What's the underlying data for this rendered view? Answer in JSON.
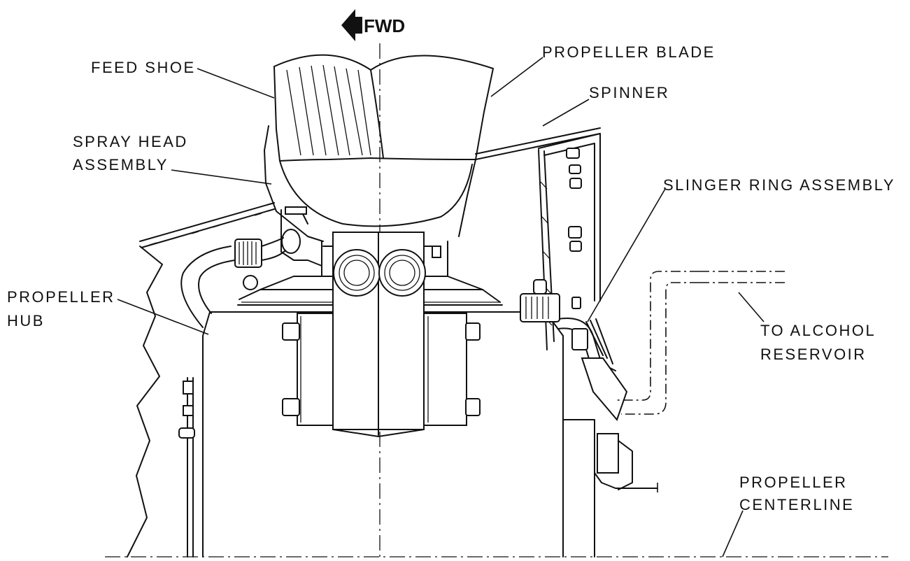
{
  "direction_label": "FWD",
  "callouts": {
    "feed_shoe": "FEED SHOE",
    "propeller_blade": "PROPELLER BLADE",
    "spinner": "SPINNER",
    "spray_head_line1": "SPRAY HEAD",
    "spray_head_line2": "ASSEMBLY",
    "slinger_ring": "SLINGER RING ASSEMBLY",
    "propeller_hub_line1": "PROPELLER",
    "propeller_hub_line2": "HUB",
    "alcohol_line1": "TO ALCOHOL",
    "alcohol_line2": "RESERVOIR",
    "centerline_line1": "PROPELLER",
    "centerline_line2": "CENTERLINE"
  }
}
